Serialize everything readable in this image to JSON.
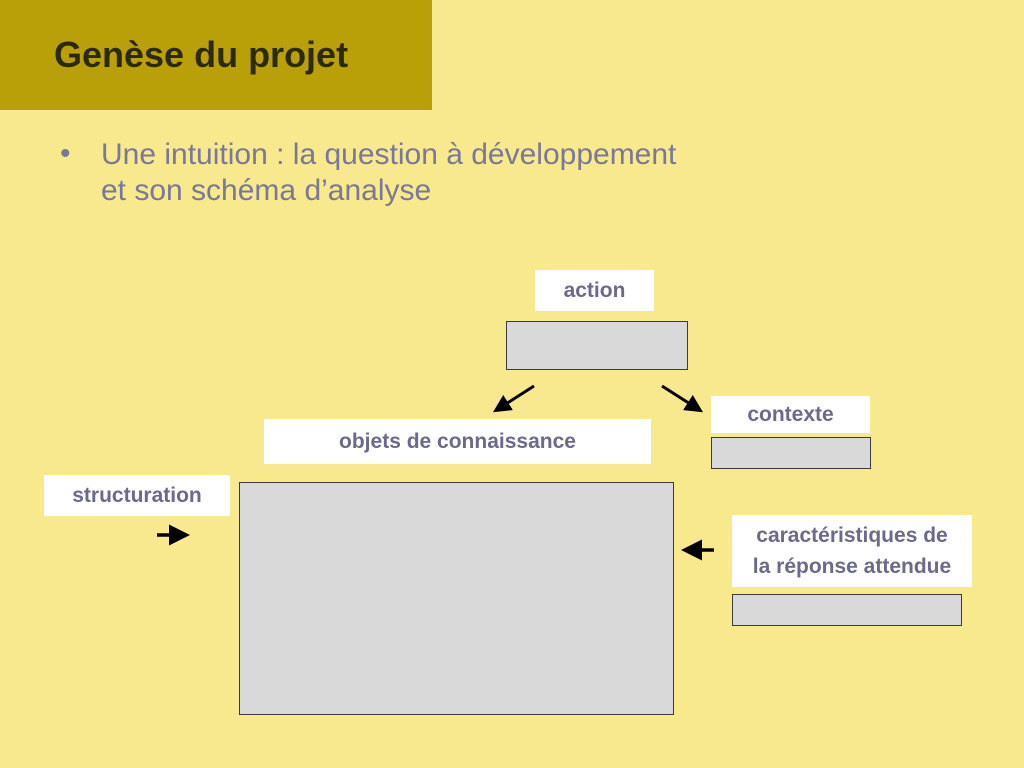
{
  "title": "Genèse du projet",
  "bullet": {
    "symbol": "•",
    "line1": "Une intuition : la question à développement",
    "line2": "et son schéma d’analyse"
  },
  "diagram": {
    "action_label": "action",
    "contexte_label": "contexte",
    "objets_label": "objets de connaissance",
    "structuration_label": "structuration",
    "caracteristiques_line1": "caractéristiques de",
    "caracteristiques_line2": "la réponse attendue"
  },
  "colors": {
    "background": "#f8e88e",
    "title_band": "#b9a008",
    "label_text": "#6b6a8c",
    "box_fill": "#d9d9d9"
  }
}
